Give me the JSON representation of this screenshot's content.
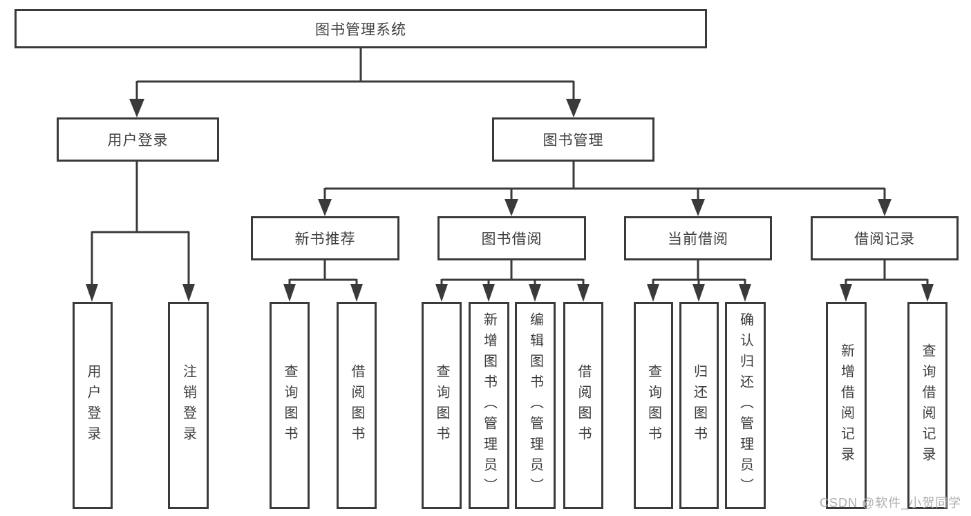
{
  "tree": {
    "root_label": "图书管理系统",
    "login_branch": {
      "label": "用户登录",
      "leaves": [
        "用户登录",
        "注销登录"
      ]
    },
    "mgmt_branch": {
      "label": "图书管理",
      "groups": [
        {
          "label": "新书推荐",
          "leaves": [
            "查询图书",
            "借阅图书"
          ]
        },
        {
          "label": "图书借阅",
          "leaves": [
            "查询图书",
            "新增图书（管理员）",
            "编辑图书（管理员）",
            "借阅图书"
          ]
        },
        {
          "label": "当前借阅",
          "leaves": [
            "查询图书",
            "归还图书",
            "确认归还（管理员）"
          ]
        },
        {
          "label": "借阅记录",
          "leaves": [
            "新增借阅记录",
            "查询借阅记录"
          ]
        }
      ]
    }
  },
  "watermark": {
    "text": "CSDN @软件_小贺同学"
  },
  "colors": {
    "line": "#3a3a3a",
    "text": "#3d3d3d",
    "bg": "#ffffff",
    "watermark": "#aeaeb2"
  }
}
